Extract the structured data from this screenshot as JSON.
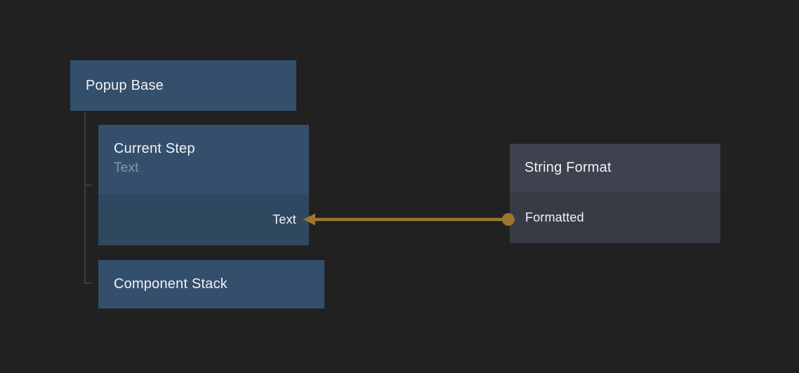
{
  "colors": {
    "background": "#212121",
    "node-blue-header": "#344f6c",
    "node-blue-body": "#2e4860",
    "node-gray-header": "#3e414e",
    "node-gray-body": "#383b46",
    "title-text": "#f0f3f6",
    "subtitle-text": "#8c94a3",
    "tree-line": "#3d3d3d",
    "edge-amber": "#9b762b"
  },
  "nodes": {
    "popup_base": {
      "title": "Popup Base"
    },
    "current_step": {
      "title": "Current Step",
      "subtitle": "Text",
      "input_port": "Text"
    },
    "component_stack": {
      "title": "Component Stack"
    },
    "string_format": {
      "title": "String Format",
      "output_port": "Formatted"
    }
  },
  "edge": {
    "from_node": "String Format",
    "from_port": "Formatted",
    "to_node": "Current Step",
    "to_port": "Text",
    "color": "#9b762b"
  }
}
